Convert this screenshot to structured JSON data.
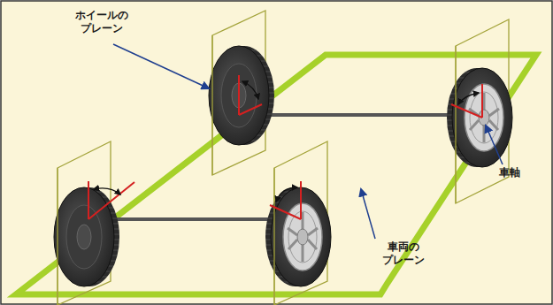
{
  "diagram": {
    "labels": [
      "ホイールの プレーン",
      "車軸",
      "車両の プレーン"
    ]
  }
}
